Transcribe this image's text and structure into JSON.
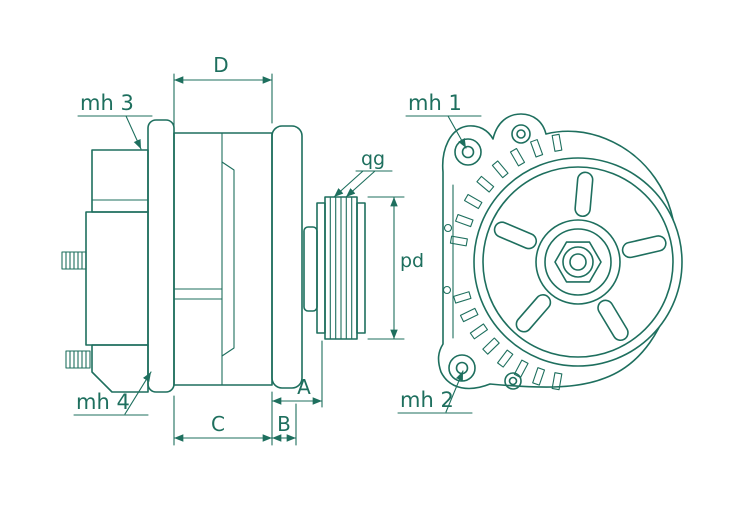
{
  "drawing": {
    "colors": {
      "line_color": "#1e6f5e",
      "background": "#ffffff"
    },
    "labels": {
      "mh1": "mh 1",
      "mh2": "mh 2",
      "mh3": "mh 3",
      "mh4": "mh 4",
      "qg": "qg",
      "pd": "pd",
      "dim_a": "A",
      "dim_b": "B",
      "dim_c": "C",
      "dim_d": "D"
    }
  }
}
